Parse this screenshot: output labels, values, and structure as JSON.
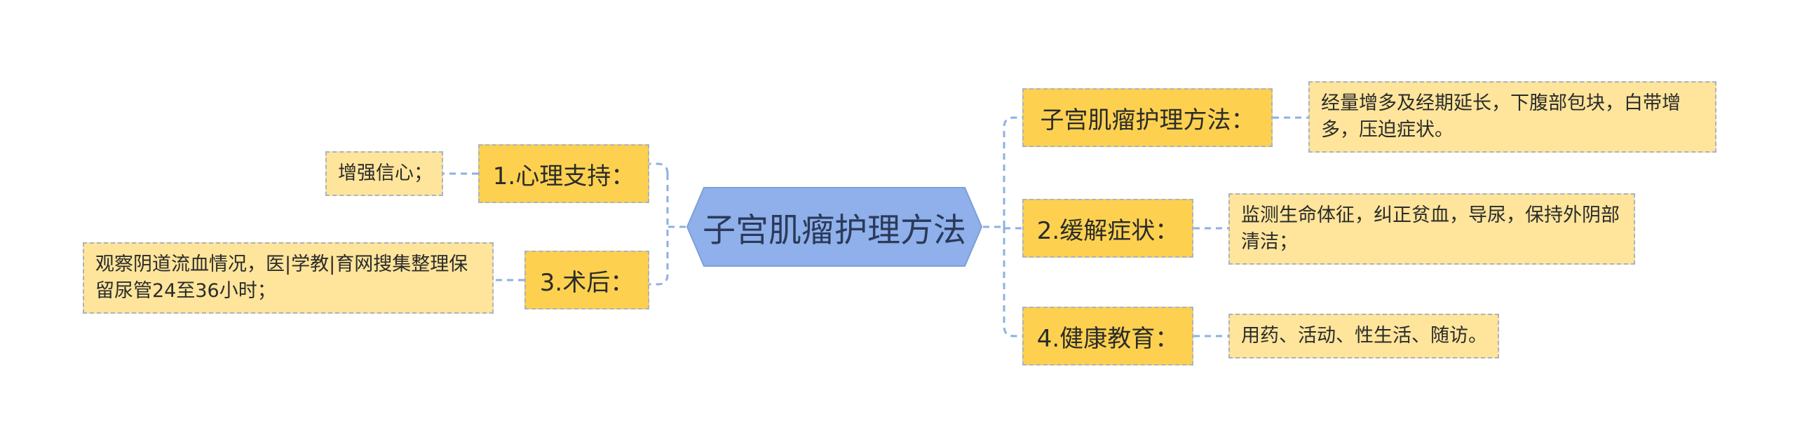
{
  "root": {
    "label": "子宫肌瘤护理方法"
  },
  "left_branches": [
    {
      "label": "1.心理支持：",
      "detail": "增强信心；"
    },
    {
      "label": "3.术后：",
      "detail": "观察阴道流血情况，医|学教|育网搜集整理保留尿管24至36小时；"
    }
  ],
  "right_branches": [
    {
      "label": "子宫肌瘤护理方法：",
      "detail": "经量增多及经期延长，下腹部包块，白带增多，压迫症状。"
    },
    {
      "label": "2.缓解症状：",
      "detail": "监测生命体征，纠正贫血，导尿，保持外阴部清洁；"
    },
    {
      "label": "4.健康教育：",
      "detail": "用药、活动、性生活、随访。"
    }
  ],
  "colors": {
    "root_fill": "#8fb0ea",
    "branch_fill": "#fdd14f",
    "leaf_fill": "#fee59b",
    "connector": "#8eb0e0",
    "node_border": "#a8b3c7"
  }
}
